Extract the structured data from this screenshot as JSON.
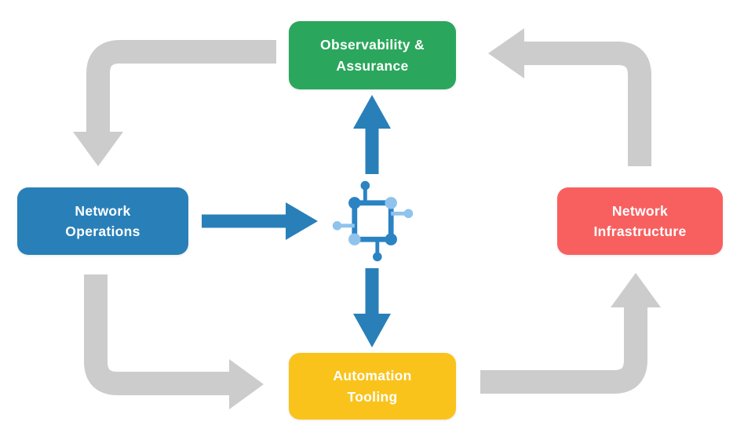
{
  "diagram": {
    "background_color": "#ffffff",
    "nodes": [
      {
        "id": "observability-assurance",
        "label": "Observability &\nAssurance",
        "color": "#2aa75c",
        "position": "top"
      },
      {
        "id": "network-operations",
        "label": "Network\nOperations",
        "color": "#2980b9",
        "position": "left"
      },
      {
        "id": "network-infrastructure",
        "label": "Network\nInfrastructure",
        "color": "#f8605f",
        "position": "right"
      },
      {
        "id": "automation-tooling",
        "label": "Automation\nTooling",
        "color": "#f9c31c",
        "position": "bottom"
      }
    ],
    "hub": {
      "icon": "network-chip-icon",
      "primary_color": "#2b83c4",
      "secondary_color": "#8fc3ec"
    },
    "arrows": {
      "cycle_color": "#cccccc",
      "hub_arrow_color": "#2980b9",
      "cycle_flows": [
        {
          "from": "Observability & Assurance",
          "to": "Network Operations"
        },
        {
          "from": "Network Operations",
          "to": "Automation Tooling"
        },
        {
          "from": "Automation Tooling",
          "to": "Network Infrastructure"
        },
        {
          "from": "Network Infrastructure",
          "to": "Observability & Assurance"
        }
      ],
      "hub_flows": [
        {
          "from": "Network Operations",
          "to": "hub"
        },
        {
          "from": "hub",
          "to": "Observability & Assurance"
        },
        {
          "from": "hub",
          "to": "Automation Tooling"
        }
      ]
    }
  }
}
